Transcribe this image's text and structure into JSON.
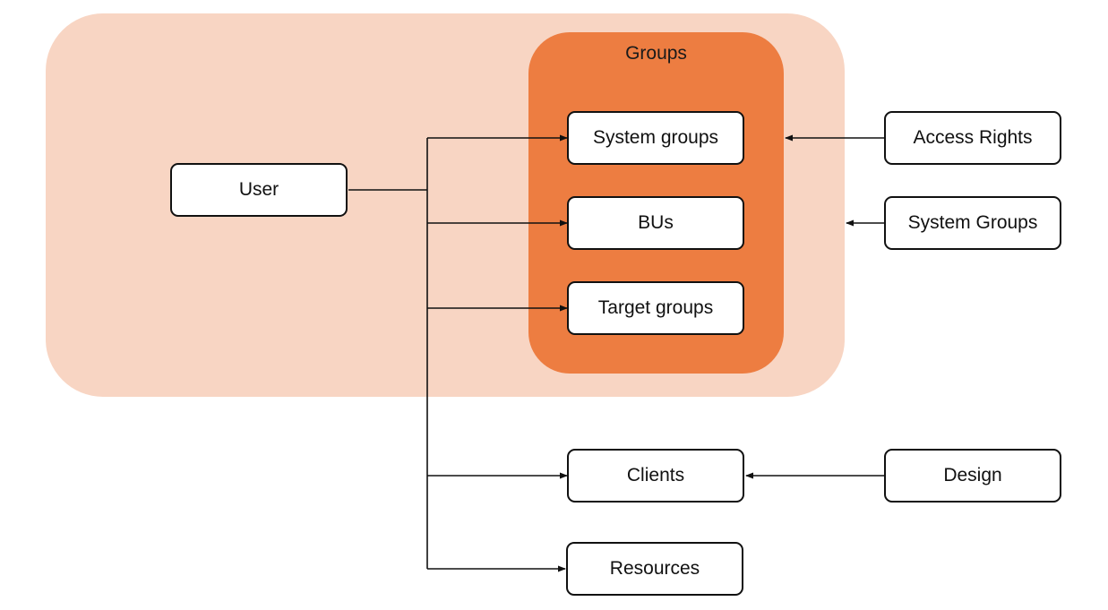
{
  "diagram": {
    "regions": {
      "outer": {
        "color": "#f8d5c3"
      },
      "groups": {
        "title": "Groups",
        "color": "#ed7d41"
      }
    },
    "nodes": {
      "user": "User",
      "system_groups": "System groups",
      "bus": "BUs",
      "target_groups": "Target groups",
      "access_rights": "Access Rights",
      "system_groups_right": "System Groups",
      "clients": "Clients",
      "design": "Design",
      "resources": "Resources"
    },
    "edges": [
      {
        "from": "user",
        "to": "system_groups"
      },
      {
        "from": "user",
        "to": "bus"
      },
      {
        "from": "user",
        "to": "target_groups"
      },
      {
        "from": "user",
        "to": "clients"
      },
      {
        "from": "user",
        "to": "resources"
      },
      {
        "from": "access_rights",
        "to": "groups"
      },
      {
        "from": "system_groups_right",
        "to": "outer"
      },
      {
        "from": "design",
        "to": "clients"
      }
    ]
  }
}
